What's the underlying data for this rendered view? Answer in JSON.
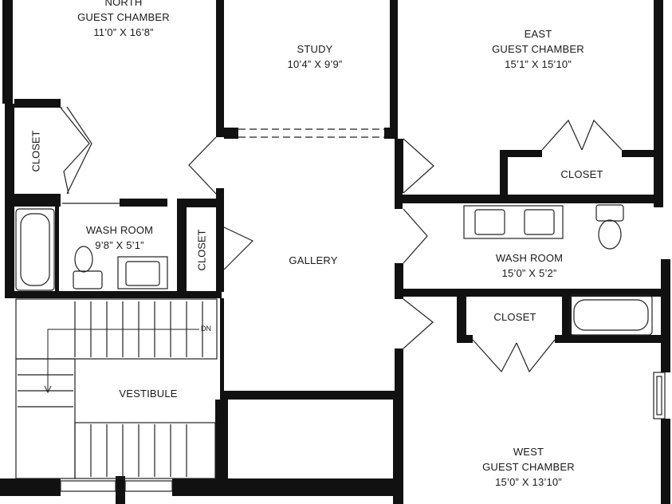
{
  "rooms": {
    "north": {
      "name": "NORTH",
      "subtitle": "GUEST CHAMBER",
      "dims": "11’0” X 16’8”"
    },
    "study": {
      "name": "STUDY",
      "dims": "10’4” X 9’9”"
    },
    "east": {
      "name": "EAST",
      "subtitle": "GUEST CHAMBER",
      "dims": "15’1” X 15’10”"
    },
    "closet_nw": {
      "name": "CLOSET"
    },
    "closet_east": {
      "name": "CLOSET"
    },
    "washroom_west": {
      "name": "WASH ROOM",
      "dims": "9’8” X 5’1”"
    },
    "closet_mid": {
      "name": "CLOSET"
    },
    "gallery": {
      "name": "GALLERY"
    },
    "washroom_east": {
      "name": "WASH ROOM",
      "dims": "15’0” X 5’2”"
    },
    "closet_west_chamber": {
      "name": "CLOSET"
    },
    "vestibule": {
      "name": "VESTIBULE"
    },
    "west": {
      "name": "WEST",
      "subtitle": "GUEST CHAMBER",
      "dims": "15’0” X 13’10”"
    }
  },
  "stairs": {
    "direction_label": "DN"
  },
  "colors": {
    "wall": "#111111",
    "line": "#222222",
    "fixture_fill": "#ffffff",
    "background": "#ffffff"
  }
}
